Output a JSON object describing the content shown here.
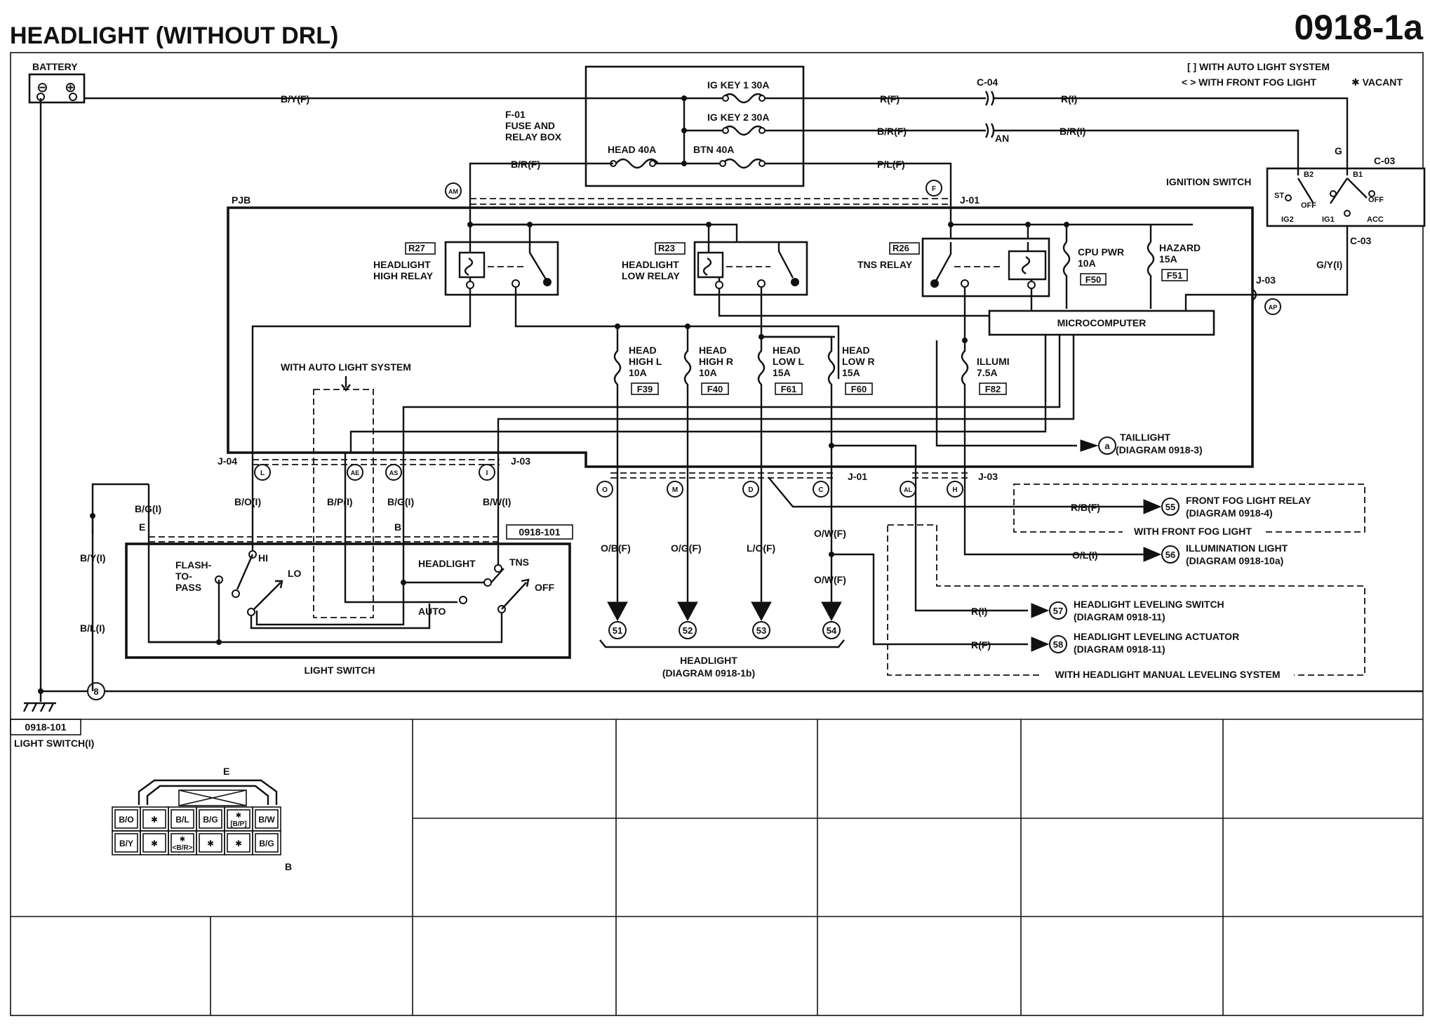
{
  "title": "HEADLIGHT (WITHOUT DRL)",
  "page_code": "0918-1a",
  "legend": {
    "auto_light": "[ ] WITH AUTO LIGHT SYSTEM",
    "front_fog": "< > WITH FRONT FOG LIGHT",
    "vacant": "✱ VACANT"
  },
  "battery": {
    "label": "BATTERY",
    "neg": "⊖",
    "pos": "⊕"
  },
  "fusebox": {
    "name": "F-01",
    "desc1": "FUSE AND",
    "desc2": "RELAY BOX",
    "ig_key1": "IG KEY 1 30A",
    "ig_key2": "IG KEY 2 30A",
    "head": "HEAD 40A",
    "btn": "BTN 40A"
  },
  "wires": {
    "byf_top": "B/Y(F)",
    "rf": "R(F)",
    "ri": "R(I)",
    "brf": "B/R(F)",
    "bri": "B/R(I)",
    "brf2": "B/R(F)",
    "plf": "P/L(F)",
    "gyi": "G/Y(I)",
    "boi": "B/O(I)",
    "bpi": "B/P(I)",
    "bgi": "B/G(I)",
    "bwi": "B/W(I)",
    "bgi_left": "B/G(I)",
    "byi": "B/Y(I)",
    "bli": "B/L(I)",
    "obf": "O/B(F)",
    "ogf": "O/G(F)",
    "lof": "L/O(F)",
    "owf1": "O/W(F)",
    "owf2": "O/W(F)",
    "rbf": "R/B(F)",
    "oli": "O/L(I)",
    "ri2": "R(I)",
    "rf2": "R(F)"
  },
  "connectors": {
    "c04": "C-04",
    "an": "AN",
    "c03a": "C-03",
    "c03b": "C-03",
    "g": "G",
    "j01a": "J-01",
    "j01b": "J-01",
    "j03a": "J-03",
    "j03b": "J-03",
    "j03c": "J-03",
    "j04": "J-04",
    "am": "AM",
    "f": "F",
    "ap": "AP",
    "l": "L",
    "ae": "AE",
    "as": "AS",
    "i": "I",
    "o": "O",
    "m": "M",
    "d": "D",
    "c": "C",
    "al": "AL",
    "h": "H",
    "e": "E",
    "b": "B",
    "ground_no": "8"
  },
  "ignition": {
    "label": "IGNITION SWITCH",
    "st": "ST",
    "b2": "B2",
    "b1": "B1",
    "off": "OFF",
    "off2": "OFF",
    "ig2": "IG2",
    "ig1": "IG1",
    "acc": "ACC"
  },
  "pjb": "PJB",
  "relays": {
    "r27": "R27",
    "hh1": "HEADLIGHT",
    "hh2": "HIGH RELAY",
    "r23": "R23",
    "hl1": "HEADLIGHT",
    "hl2": "LOW RELAY",
    "r26": "R26",
    "tns": "TNS RELAY"
  },
  "fuses": {
    "cpu1": "CPU PWR",
    "cpu2": "10A",
    "cpu3": "F50",
    "haz1": "HAZARD",
    "haz2": "15A",
    "haz3": "F51",
    "hhl1": "HEAD",
    "hhl2": "HIGH L",
    "hhl3": "10A",
    "hhl4": "F39",
    "hhr1": "HEAD",
    "hhr2": "HIGH R",
    "hhr3": "10A",
    "hhr4": "F40",
    "hll1": "HEAD",
    "hll2": "LOW L",
    "hll3": "15A",
    "hll4": "F61",
    "hlr1": "HEAD",
    "hlr2": "LOW R",
    "hlr3": "15A",
    "hlr4": "F60",
    "ill1": "ILLUMI",
    "ill2": "7.5A",
    "ill3": "F82"
  },
  "microcomputer": "MICROCOMPUTER",
  "with_auto_light": "WITH AUTO LIGHT SYSTEM",
  "taillight": {
    "node": "a",
    "l1": "TAILLIGHT",
    "l2": "(DIAGRAM 0918-3)"
  },
  "front_fog_relay": {
    "node": "55",
    "l1": "FRONT FOG LIGHT RELAY",
    "l2": "(DIAGRAM 0918-4)",
    "group": "WITH FRONT FOG LIGHT"
  },
  "illumination": {
    "node": "56",
    "l1": "ILLUMINATION LIGHT",
    "l2": "(DIAGRAM 0918-10a)"
  },
  "leveling_switch": {
    "node": "57",
    "l1": "HEADLIGHT LEVELING SWITCH",
    "l2": "(DIAGRAM 0918-11)"
  },
  "leveling_actuator": {
    "node": "58",
    "l1": "HEADLIGHT LEVELING ACTUATOR",
    "l2": "(DIAGRAM 0918-11)",
    "group": "WITH HEADLIGHT MANUAL LEVELING SYSTEM"
  },
  "headlight": {
    "n51": "51",
    "n52": "52",
    "n53": "53",
    "n54": "54",
    "l1": "HEADLIGHT",
    "l2": "(DIAGRAM 0918-1b)"
  },
  "light_switch": {
    "tag": "0918-101",
    "label": "LIGHT SWITCH",
    "flash1": "FLASH-",
    "flash2": "TO-",
    "flash3": "PASS",
    "hi": "HI",
    "lo": "LO",
    "headlight": "HEADLIGHT",
    "tns": "TNS",
    "off": "OFF",
    "auto": "AUTO"
  },
  "connector_view": {
    "tag": "0918-101",
    "title": "LIGHT SWITCH(I)",
    "e": "E",
    "b": "B",
    "row1": [
      "B/O",
      "✱",
      "B/L",
      "B/G",
      "✱\n[B/P]",
      "B/W"
    ],
    "row2": [
      "B/Y",
      "✱",
      "✱\n<B/R>",
      "✱",
      "✱",
      "B/G"
    ]
  }
}
